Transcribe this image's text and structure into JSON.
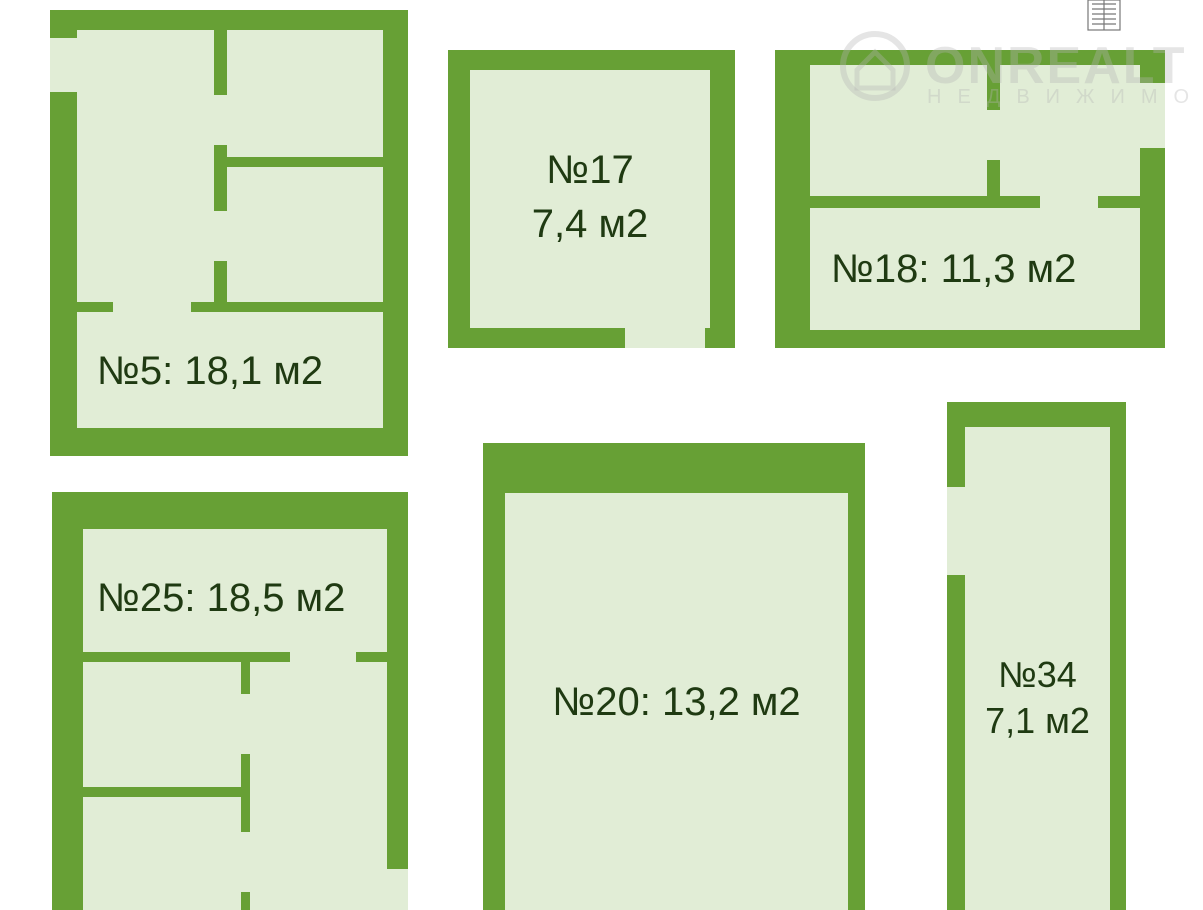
{
  "rooms": [
    {
      "id": "5",
      "label": "№5: 18,1 м2"
    },
    {
      "id": "17",
      "label_line1": "№17",
      "label_line2": "7,4 м2"
    },
    {
      "id": "18",
      "label": "№18: 11,3 м2"
    },
    {
      "id": "25",
      "label": "№25: 18,5 м2"
    },
    {
      "id": "20",
      "label": "№20: 13,2 м2"
    },
    {
      "id": "34",
      "label_line1": "№34",
      "label_line2": "7,1 м2"
    }
  ],
  "watermark": {
    "name": "ONREALT",
    "subtitle": "НЕДВИЖИМОСТЬ"
  },
  "colors": {
    "wall": "#67a035",
    "floor": "#e1edd6",
    "text": "#1f3a12"
  },
  "icons": [
    "staircase-icon",
    "location-pin-logo-icon"
  ]
}
